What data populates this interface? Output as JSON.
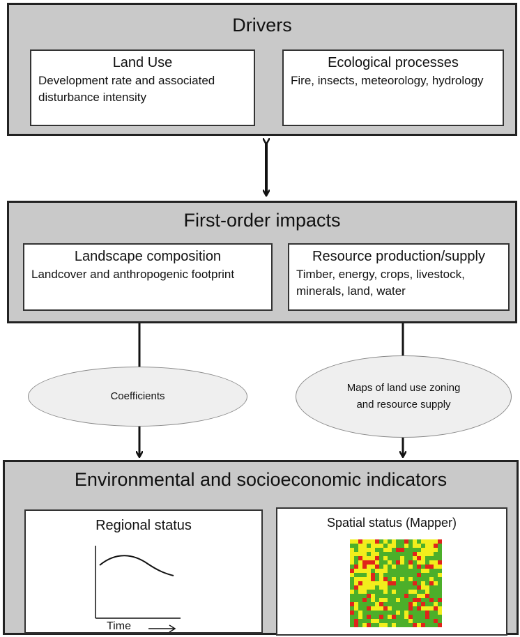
{
  "drivers": {
    "title": "Drivers",
    "land_use": {
      "title": "Land Use",
      "body": "Development rate and associated disturbance intensity"
    },
    "ecological": {
      "title": "Ecological processes",
      "body": "Fire, insects, meteorology, hydrology"
    }
  },
  "first_order": {
    "title": "First-order impacts",
    "landscape": {
      "title": "Landscape composition",
      "body": "Landcover and anthropogenic footprint"
    },
    "resource": {
      "title": "Resource production/supply",
      "body": "Timber, energy, crops, livestock, minerals, land, water"
    }
  },
  "connectors": {
    "coefficients": "Coefficients",
    "maps": "Maps of land use zoning and resource supply"
  },
  "indicators": {
    "title": "Environmental and socioeconomic indicators",
    "regional": {
      "title": "Regional status",
      "x_label": "Time"
    },
    "spatial": {
      "title": "Spatial status (Mapper)"
    }
  },
  "colors": {
    "panel": "#c9c9c9",
    "map_green": "#4caf2a",
    "map_yellow": "#f2ee1c",
    "map_red": "#e0241b"
  }
}
